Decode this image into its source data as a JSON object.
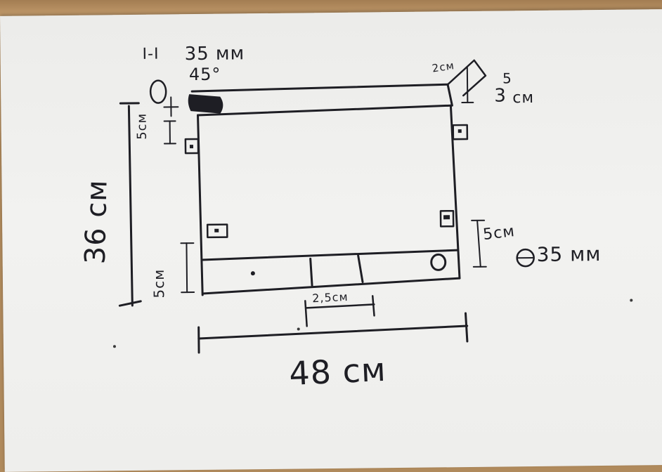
{
  "labels": {
    "section": "I-I",
    "tube_top": "35 мм",
    "angle": "45°",
    "corner_size": "2см",
    "corner_height_5": "5",
    "corner_height_3": "3",
    "corner_height_unit": "см",
    "bracket_left": "5см",
    "height_total": "36 см",
    "bottom_left": "5см",
    "bracket_right": "5см",
    "tube_right": "35 мм",
    "spacing": "2,5см",
    "width_total": "48 см"
  },
  "colors": {
    "ink": "#1e1e24",
    "paper": "#efefed",
    "table": "#b08a5c"
  }
}
